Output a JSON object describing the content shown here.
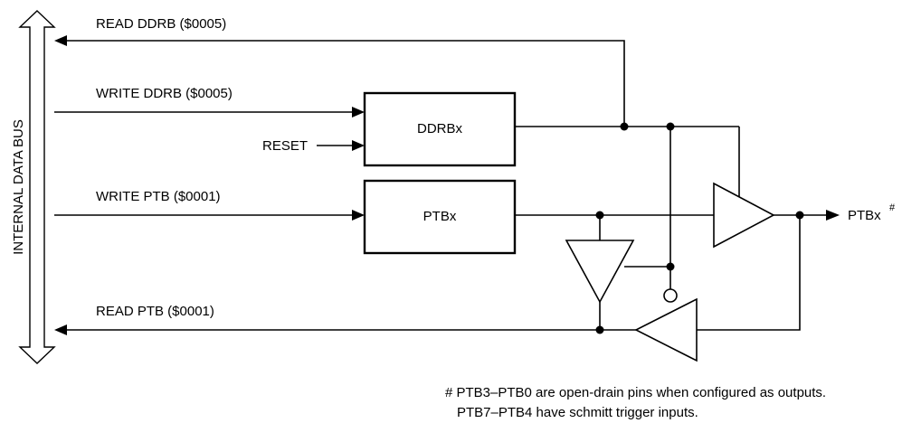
{
  "bus": {
    "label": "INTERNAL DATA BUS"
  },
  "signals": {
    "read_ddrb": "READ DDRB ($0005)",
    "write_ddrb": "WRITE DDRB ($0005)",
    "reset": "RESET",
    "write_ptb": "WRITE PTB ($0001)",
    "read_ptb": "READ PTB ($0001)"
  },
  "blocks": {
    "ddrb": "DDRBx",
    "ptb": "PTBx"
  },
  "output": {
    "pin": "PTBx",
    "footnote_mark": "#"
  },
  "footnote": {
    "line1": "# PTB3–PTB0 are open-drain pins when configured as outputs.",
    "line2": "PTB7–PTB4 have schmitt trigger inputs."
  }
}
